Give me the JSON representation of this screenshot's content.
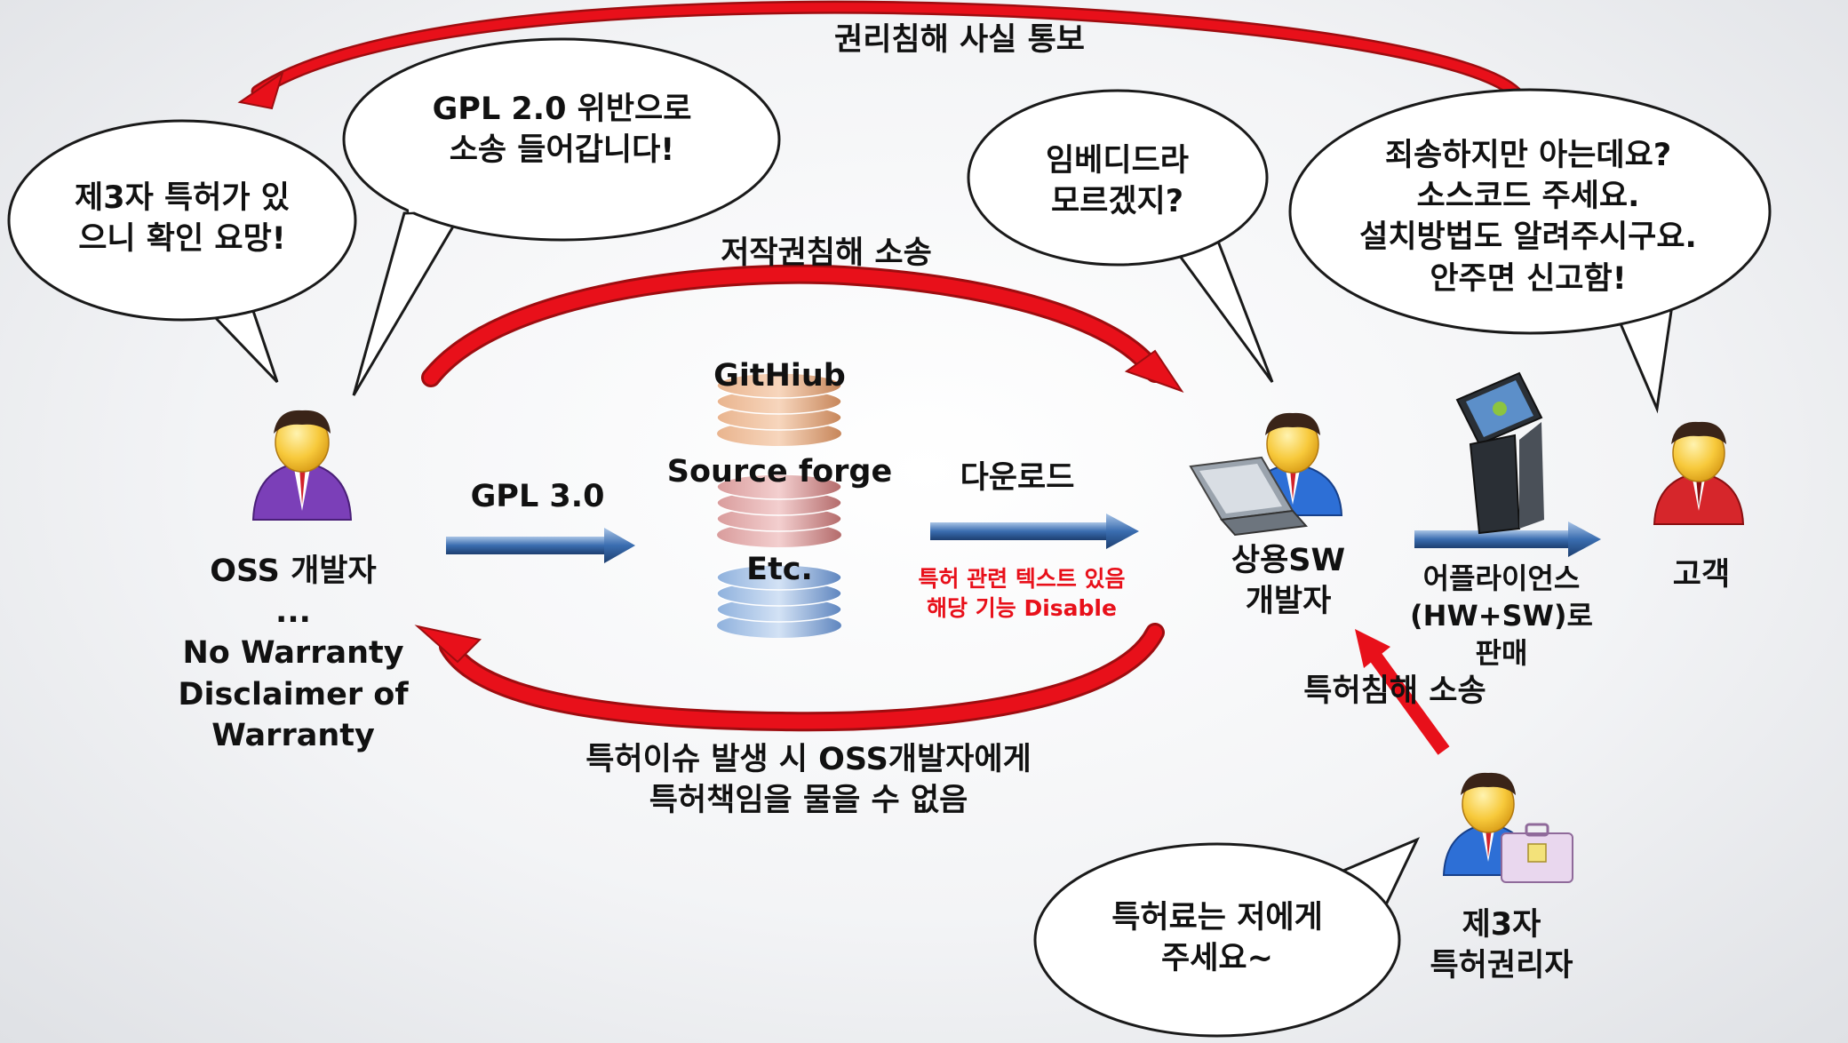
{
  "diagram": {
    "top_arrow_label": "권리침해 사실 통보",
    "upper_arc_label": "저작권침해 소송",
    "lower_arc_label": "특허이슈 발생 시 OSS개발자에게\n특허책임을 물을 수 없음",
    "gpl3_label": "GPL 3.0",
    "download_label": "다운로드",
    "patent_note": "특허 관련 텍스트 있음\n해당 기능 Disable",
    "patent_suit_label": "특허침해 소송",
    "appliance_label": "어플라이언스\n(HW+SW)로\n판매"
  },
  "repositories": [
    "GitHiub",
    "Source forge",
    "Etc."
  ],
  "actors": {
    "oss_developer": "OSS 개발자\n...\nNo Warranty\nDisclaimer of Warranty",
    "commercial_developer": "상용SW\n개발자",
    "customer": "고객",
    "patent_holder": "제3자\n특허권리자"
  },
  "bubbles": {
    "third_party_patent": "제3자 특허가 있\n으니 확인 요망!",
    "gpl2_lawsuit": "GPL 2.0 위반으로\n소송 들어갑니다!",
    "embedded": "임베디드라\n모르겠지?",
    "customer_demand": "죄송하지만 아는데요?\n소스코드 주세요.\n설치방법도 알려주시구요.\n안주면 신고함!",
    "royalty": "특허료는 저에게\n주세요~"
  },
  "colors": {
    "red_arrow": "#e8101a",
    "blue_arrow": "#2f5f9e",
    "note_red": "#e8101a"
  }
}
